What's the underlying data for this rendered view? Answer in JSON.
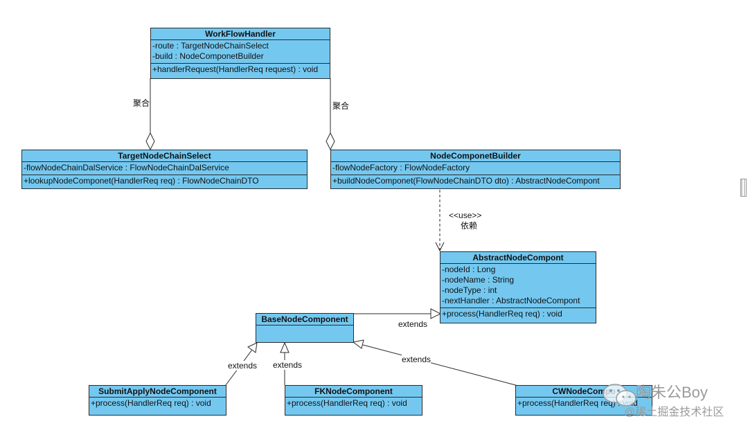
{
  "classes": {
    "workflow": {
      "name": "WorkFlowHandler",
      "attrs": [
        "-route : TargetNodeChainSelect",
        "-build : NodeComponetBuilder"
      ],
      "ops": [
        "+handlerRequest(HandlerReq request) : void"
      ]
    },
    "target": {
      "name": "TargetNodeChainSelect",
      "attrs": [
        "-flowNodeChainDalService : FlowNodeChainDalService"
      ],
      "ops": [
        "+lookupNodeComponet(HandlerReq req) : FlowNodeChainDTO"
      ]
    },
    "builder": {
      "name": "NodeComponetBuilder",
      "attrs": [
        "-flowNodeFactory : FlowNodeFactory"
      ],
      "ops": [
        "+buildNodeComponet(FlowNodeChainDTO dto) : AbstractNodeCompont"
      ]
    },
    "abstract": {
      "name": "AbstractNodeCompont",
      "attrs": [
        "-nodeId : Long",
        "-nodeName : String",
        "-nodeType : int",
        "-nextHandler : AbstractNodeCompont"
      ],
      "ops": [
        "+process(HandlerReq req) : void"
      ]
    },
    "base": {
      "name": "BaseNodeComponent"
    },
    "submit": {
      "name": "SubmitApplyNodeComponent",
      "ops": [
        "+process(HandlerReq req) : void"
      ]
    },
    "fk": {
      "name": "FKNodeComponent",
      "ops": [
        "+process(HandlerReq req) : void"
      ]
    },
    "cw": {
      "name": "CWNodeCompo",
      "ops": [
        "+process(HandlerReq req) : void"
      ]
    }
  },
  "labels": {
    "agg_left": "聚合",
    "agg_right": "聚合",
    "use_stereo": "<<use>>",
    "use_cn": "依赖",
    "ext_base": "extends",
    "ext_submit": "extends",
    "ext_fk": "extends",
    "ext_cw": "extends"
  },
  "watermark": {
    "line1": "陶朱公Boy",
    "line2": "@稀土掘金技术社区"
  },
  "colors": {
    "class_fill": "#74c8f0",
    "line": "#2a2a2a"
  }
}
